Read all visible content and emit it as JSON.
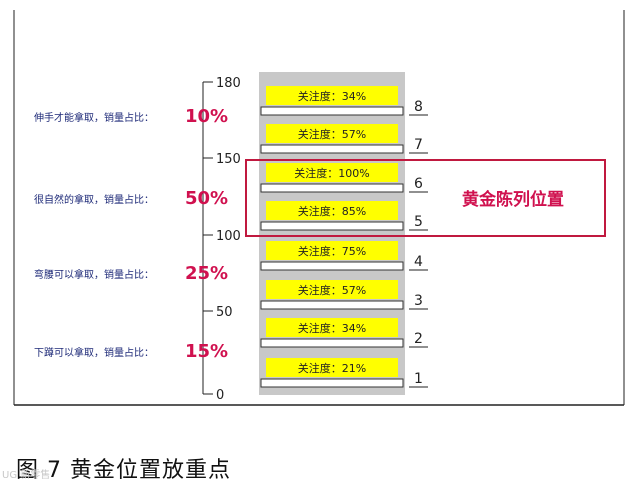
{
  "axis": {
    "ticks": [
      "180",
      "150",
      "100",
      "50",
      "0"
    ]
  },
  "shelves": [
    {
      "number": "8",
      "label": "关注度：34%"
    },
    {
      "number": "7",
      "label": "关注度：57%"
    },
    {
      "number": "6",
      "label": "关注度：100%"
    },
    {
      "number": "5",
      "label": "关注度：85%"
    },
    {
      "number": "4",
      "label": "关注度：75%"
    },
    {
      "number": "3",
      "label": "关注度：57%"
    },
    {
      "number": "2",
      "label": "关注度：34%"
    },
    {
      "number": "1",
      "label": "关注度：21%"
    }
  ],
  "zones": [
    {
      "text": "伸手才能拿取，销量占比：",
      "pct": "10%"
    },
    {
      "text": "很自然的拿取，销量占比：",
      "pct": "50%"
    },
    {
      "text": "弯腰可以拿取，销量占比：",
      "pct": "25%"
    },
    {
      "text": "下蹲可以拿取，销量占比：",
      "pct": "15%"
    }
  ],
  "gold": {
    "title": "黄金陈列位置"
  },
  "caption": "图 7  黄金位置放重点",
  "watermark": "UG  新零售",
  "colors": {
    "label_fill": "#ffff00",
    "shelf_bg": "#c8c8c8",
    "gold_border": "#c0193f",
    "pct_text": "#d0114f",
    "zone_text": "#1e2a78"
  }
}
